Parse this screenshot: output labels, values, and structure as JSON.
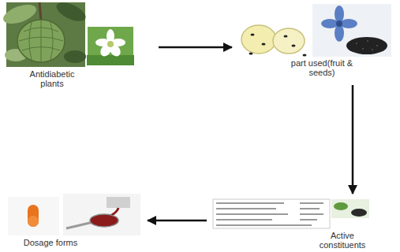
{
  "diagram": {
    "nodes": [
      {
        "text": [
          "Antidiabetic plants"
        ]
      },
      {
        "text": [
          "part used(fruit & seeds)"
        ]
      },
      {
        "text": [
          "Active constituents"
        ]
      },
      {
        "text": [
          "Dosage forms"
        ]
      }
    ],
    "edges": [
      {
        "from": 0,
        "to": 1,
        "arrow": "to"
      },
      {
        "from": 1,
        "to": 2,
        "arrow": "to"
      },
      {
        "from": 2,
        "to": 3,
        "arrow": "to"
      }
    ]
  }
}
